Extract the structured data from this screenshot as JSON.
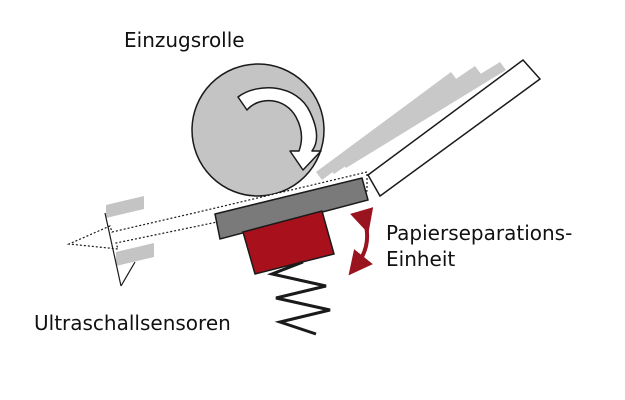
{
  "labels": {
    "feed_roller": "Einzugsrolle",
    "separation_unit_line1": "Papierseparations-",
    "separation_unit_line2": "Einheit",
    "ultrasonic_sensors": "Ultraschallsensoren"
  },
  "colors": {
    "roller_fill": "#c4c4c4",
    "paper_sheet_fill": "#c8c8c8",
    "separation_pad_fill": "#7a7a7a",
    "separation_block_fill": "#a8111c",
    "motion_arrow": "#9a1420",
    "sensor_fill": "#c4c4c4",
    "outline": "#1a1a1a"
  }
}
